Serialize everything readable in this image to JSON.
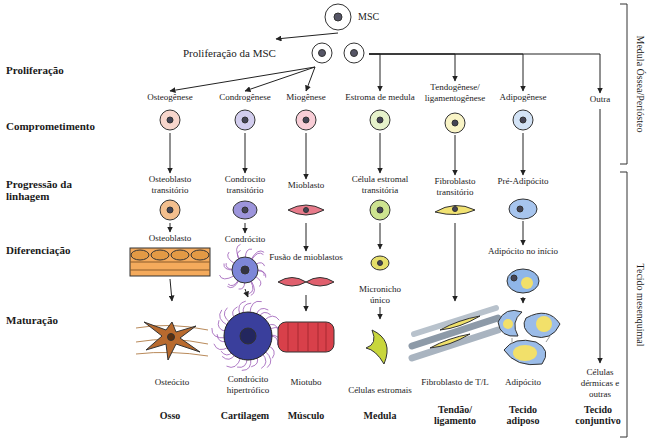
{
  "diagram": {
    "nodes": [
      {
        "text": [
          "MSC"
        ]
      },
      {
        "text": [
          "Proliferação da MSC"
        ]
      },
      {
        "text": [
          "Osteogênese"
        ]
      },
      {
        "text": [
          "Condrogênese"
        ]
      },
      {
        "text": [
          "Miogênese"
        ]
      },
      {
        "text": [
          "Estroma de medula"
        ]
      },
      {
        "text": [
          "Tendogênese/ ligamentogênese"
        ]
      },
      {
        "text": [
          "Adipogênese"
        ]
      },
      {
        "text": [
          "Outra"
        ]
      },
      {
        "text": [
          "Osteoblasto transitório"
        ]
      },
      {
        "text": [
          "Condrocito transitório"
        ]
      },
      {
        "text": [
          "Mioblasto"
        ]
      },
      {
        "text": [
          "Célula estromal transitória"
        ]
      },
      {
        "text": [
          "Fibroblasto transitório"
        ]
      },
      {
        "text": [
          "Pré-Adipócito"
        ]
      },
      {
        "text": [
          "Osteoblasto"
        ]
      },
      {
        "text": [
          "Condrócito"
        ]
      },
      {
        "text": [
          "Fusão de mioblastos"
        ]
      },
      {
        "text": [
          "Micronicho único"
        ]
      },
      {
        "text": [
          "Adipócito no início"
        ]
      },
      {
        "text": [
          "Osteócito"
        ]
      },
      {
        "text": [
          "Condrócito hipertrófico"
        ]
      },
      {
        "text": [
          "Miotubo"
        ]
      },
      {
        "text": [
          "Células estromais"
        ]
      },
      {
        "text": [
          "Fibroblasto de T/L"
        ]
      },
      {
        "text": [
          "Adipócito"
        ]
      },
      {
        "text": [
          "Células dérmicas e outras"
        ]
      }
    ],
    "edges": [
      {
        "from": 0,
        "to": 1,
        "arrow": "to"
      },
      {
        "from": 1,
        "to": 2,
        "arrow": "to"
      },
      {
        "from": 1,
        "to": 3,
        "arrow": "to"
      },
      {
        "from": 1,
        "to": 4,
        "arrow": "to"
      },
      {
        "from": 1,
        "to": 5,
        "arrow": "to"
      },
      {
        "from": 1,
        "to": 6,
        "arrow": "to"
      },
      {
        "from": 1,
        "to": 7,
        "arrow": "to"
      },
      {
        "from": 1,
        "to": 8,
        "arrow": "to"
      },
      {
        "from": 2,
        "to": 9,
        "arrow": "to"
      },
      {
        "from": 3,
        "to": 10,
        "arrow": "to"
      },
      {
        "from": 4,
        "to": 11,
        "arrow": "to"
      },
      {
        "from": 5,
        "to": 12,
        "arrow": "to"
      },
      {
        "from": 6,
        "to": 13,
        "arrow": "to"
      },
      {
        "from": 7,
        "to": 14,
        "arrow": "to"
      },
      {
        "from": 9,
        "to": 15,
        "arrow": "to"
      },
      {
        "from": 10,
        "to": 16,
        "arrow": "to"
      },
      {
        "from": 11,
        "to": 17,
        "arrow": "to"
      },
      {
        "from": 12,
        "to": 18,
        "arrow": "to"
      },
      {
        "from": 14,
        "to": 19,
        "arrow": "to"
      },
      {
        "from": 15,
        "to": 20,
        "arrow": "to"
      },
      {
        "from": 16,
        "to": 21,
        "arrow": "to"
      },
      {
        "from": 17,
        "to": 22,
        "arrow": "to"
      },
      {
        "from": 18,
        "to": 23,
        "arrow": "to"
      },
      {
        "from": 13,
        "to": 24,
        "arrow": "to"
      },
      {
        "from": 19,
        "to": 25,
        "arrow": "to"
      },
      {
        "from": 8,
        "to": 26,
        "arrow": "to"
      }
    ],
    "labels": [
      "Proliferação",
      "Comprometimento",
      "Progressão da linhagem",
      "Diferenciação",
      "Maturação",
      "Osso",
      "Cartilagem",
      "Músculo",
      "Medula",
      "Tendão/ ligamento",
      "Tecido adiposo",
      "Tecido conjuntivo",
      "Medula Óssea/Periósteo",
      "Tecido mesenquimal"
    ]
  }
}
